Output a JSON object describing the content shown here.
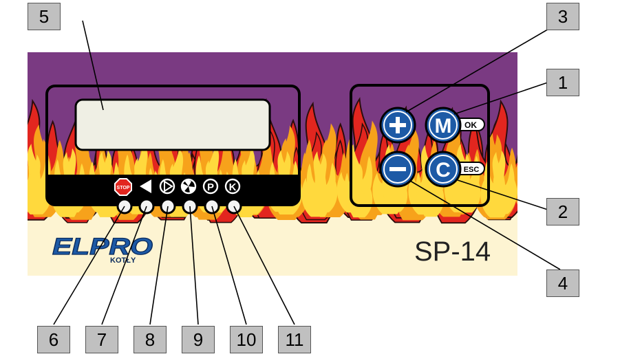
{
  "panel": {
    "brand_main": "ELPRO",
    "brand_sub": "KOTŁY",
    "model": "SP-14",
    "colors": {
      "purple": "#7a3a82",
      "cream": "#fdf4d2",
      "flame_red": "#e2261f",
      "flame_orange": "#f7a21b",
      "flame_yellow": "#ffd93d",
      "button_blue": "#1d5aa6",
      "lcd": "#efefe4"
    }
  },
  "keys": {
    "ok": "OK",
    "esc": "ESC",
    "menu_letter": "M",
    "cancel_letter": "C"
  },
  "indicators": {
    "stop_label": "STOP",
    "icons": [
      "stop-icon",
      "triangle-left-icon",
      "pump-icon",
      "fan-icon",
      "p-icon",
      "k-icon"
    ],
    "p_letter": "P",
    "k_letter": "K"
  },
  "callouts": [
    "1",
    "2",
    "3",
    "4",
    "5",
    "6",
    "7",
    "8",
    "9",
    "10",
    "11"
  ]
}
